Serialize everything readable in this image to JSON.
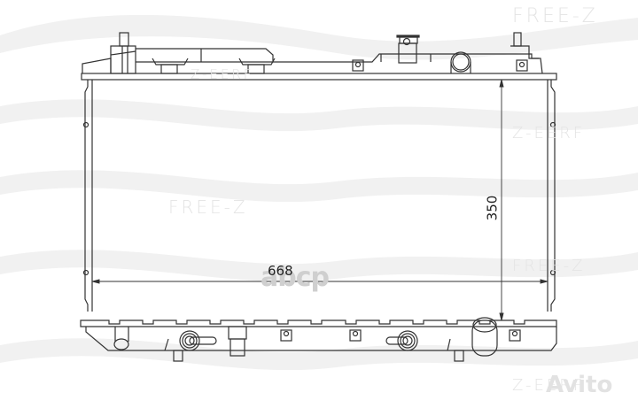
{
  "drawing": {
    "subject": "radiator",
    "dimensions": {
      "width": "668",
      "height": "350"
    }
  },
  "watermarks": {
    "brand": "FREE-Z",
    "brand_mirrored": "Z-EERF",
    "marketplace": "Avito",
    "parts_logo": "abcp"
  },
  "colors": {
    "line": "#333333",
    "watermark": "#e4e4e4",
    "wave": "#f0f0f0"
  }
}
